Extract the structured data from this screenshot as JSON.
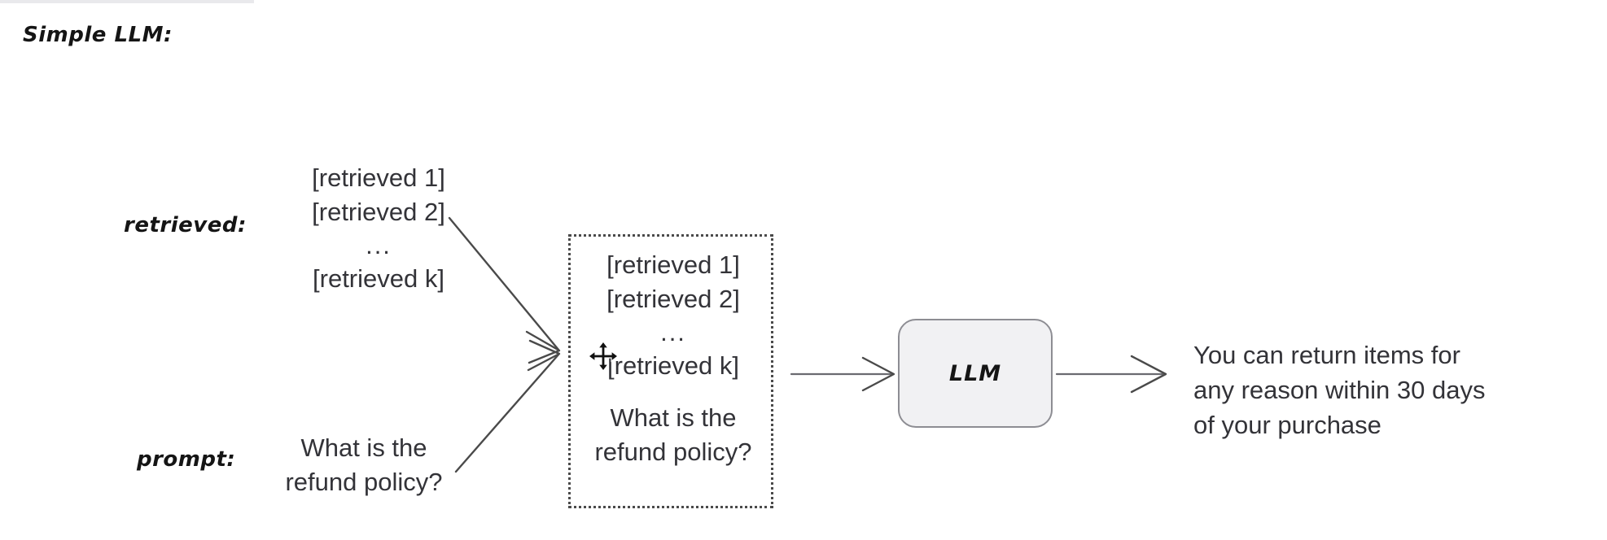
{
  "title": "Simple LLM:",
  "labels": {
    "retrieved": "retrieved:",
    "prompt": "prompt:"
  },
  "source_retrieved": {
    "line1": "[retrieved 1]",
    "line2": "[retrieved 2]",
    "ellipsis": "...",
    "line_k": "[retrieved k]"
  },
  "source_prompt": {
    "line1": "What is the",
    "line2": "refund policy?"
  },
  "context_box": {
    "retrieved": {
      "line1": "[retrieved 1]",
      "line2": "[retrieved 2]",
      "ellipsis": "...",
      "line_k": "[retrieved k]"
    },
    "prompt": {
      "line1": "What is the",
      "line2": "refund policy?"
    }
  },
  "llm": {
    "label": "LLM"
  },
  "answer": {
    "line1": "You can return items for",
    "line2": "any reason within 30 days",
    "line3": "of your purchase"
  },
  "cursor": {
    "kind": "move-cursor"
  },
  "colors": {
    "background": "#ffffff",
    "ink": "#151515",
    "body_text": "#333338",
    "stroke": "#4a4a4a",
    "box_fill": "#f1f1f3",
    "box_border": "#8d8d93"
  }
}
